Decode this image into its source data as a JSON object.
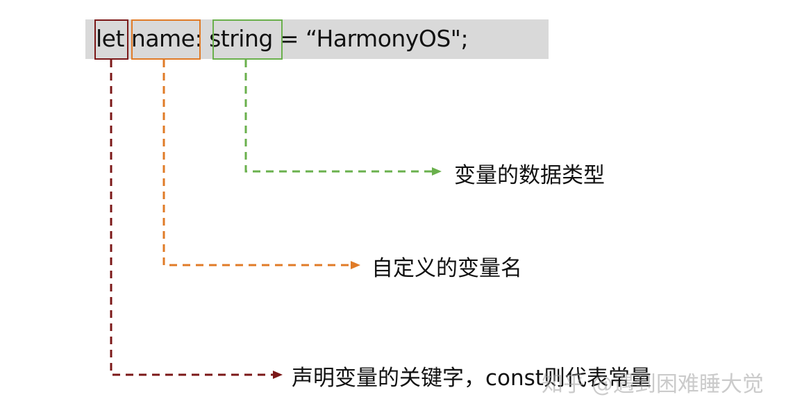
{
  "code": {
    "full": "let name: string = “HarmonyOS\";",
    "keyword": "let",
    "identifier": "name",
    "type": "string"
  },
  "annotations": [
    {
      "target": "string",
      "label": "变量的数据类型",
      "color": "#6ab04c"
    },
    {
      "target": "name",
      "label": "自定义的变量名",
      "color": "#e07b27"
    },
    {
      "target": "let",
      "label": "声明变量的关键字，const则代表常量",
      "color": "#7b1717"
    }
  ],
  "watermark": "知乎 @遇到困难睡大觉",
  "colors": {
    "code_background": "#d9d9d9",
    "keyword": "#7b1717",
    "identifier": "#e07b27",
    "type": "#6ab04c"
  }
}
